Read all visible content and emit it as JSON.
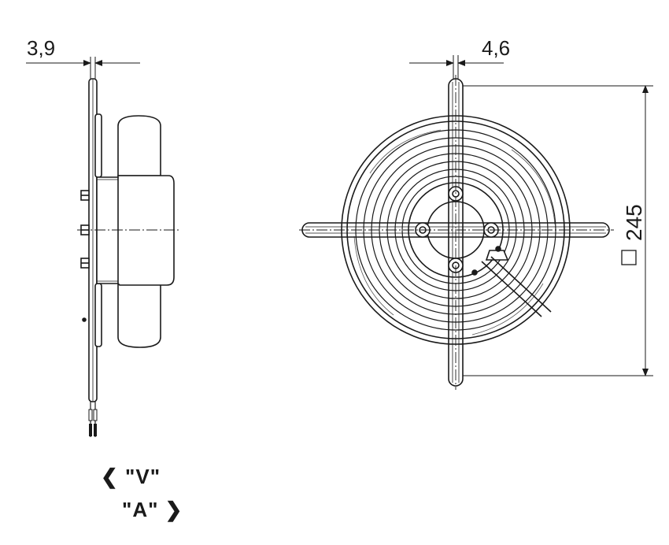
{
  "dimensions": {
    "left_gap": "3,9",
    "right_gap": "4,6",
    "size": "245",
    "size_symbol": "□"
  },
  "labels": {
    "view_v": "\"V\"",
    "view_a": "\"A\"",
    "arrow_left": "❮",
    "arrow_right": "❯"
  }
}
